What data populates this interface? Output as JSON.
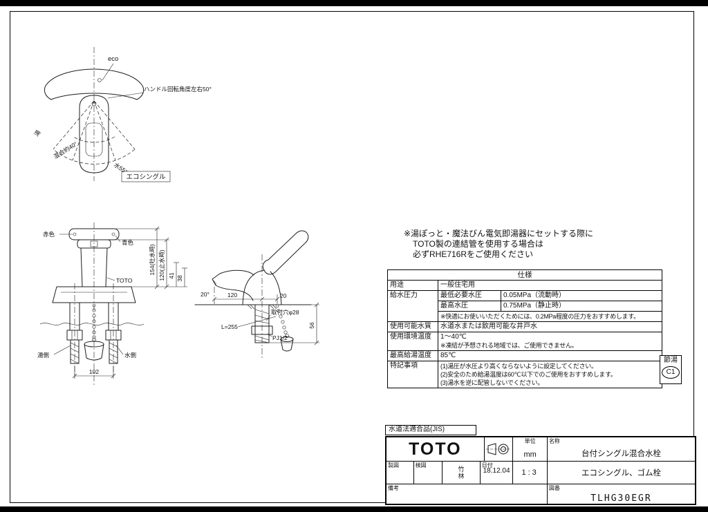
{
  "drawing": {
    "top_view": {
      "eco": "eco",
      "rotation_note": "ハンドル回転角度左右50°",
      "angle_hot": "湯",
      "angle_mix": "混合約40°",
      "angle_water": "水55°",
      "eco_single": "エコシングル"
    },
    "front_view": {
      "red": "赤色",
      "blue": "青色",
      "brand": "TOTO",
      "hot_side": "湯側",
      "water_side": "水側",
      "dim_width": "102",
      "dim_height_flow": "154(吐水時)",
      "dim_height_stop": "120(止水時)",
      "dim_41": "41",
      "dim_38": "38",
      "dim_angle": "20°"
    },
    "side_view": {
      "dim_reach": "120",
      "dim_offset": "20",
      "mount_hole": "取付穴φ28",
      "thread": "PJ1/2",
      "dim_under": "56",
      "chain_length": "L=255"
    }
  },
  "note": {
    "line1": "※湯ぽっと・魔法びん電気即湯器にセットする際に",
    "line2": "TOTO製の連結管を使用する場合は",
    "line3": "必ずRHE716Rをご使用ください"
  },
  "spec": {
    "title": "仕様",
    "usage_label": "用途",
    "usage_value": "一般住宅用",
    "pressure_label": "給水圧力",
    "pressure_min_label": "最低必要水圧",
    "pressure_min_value": "0.05MPa（流動時）",
    "pressure_max_label": "最高水圧",
    "pressure_max_value": "0.75MPa（静止時）",
    "pressure_note": "※快適にお使いいただくためには、0.2MPa程度の圧力をおすすめします。",
    "quality_label": "使用可能水質",
    "quality_value": "水道水または飲用可能な井戸水",
    "env_label": "使用環境温度",
    "env_value": "1～40℃",
    "env_note": "※凍結が予想される地域では、ご使用できません。",
    "maxtemp_label": "最高給湯温度",
    "maxtemp_value": "85℃",
    "notes_label": "特記事項",
    "note1": "(1)湯圧が水圧より高くならないように設定してください。",
    "note2": "(2)安全のため給湯温度は60℃以下でのご使用をおすすめします。",
    "note3": "(3)湯水を逆に配管しないでください。"
  },
  "badge": {
    "top": "節湯",
    "bottom": "C1"
  },
  "title_block": {
    "jis": "水道法適合品(JIS)",
    "brand": "TOTO",
    "unit_label": "単位",
    "unit_value": "mm",
    "name_label": "名称",
    "name_value": "台付シングル混合水栓",
    "draw_label": "製図",
    "check_label": "検図",
    "checker": "竹林",
    "date_label": "日付",
    "date_value": "18.12.04",
    "scale_value": "1:3",
    "name2_value": "エコシングル、ゴム栓",
    "remarks_label": "備考",
    "dwg_label": "図番",
    "dwg_value": "TLHG30EGR"
  }
}
